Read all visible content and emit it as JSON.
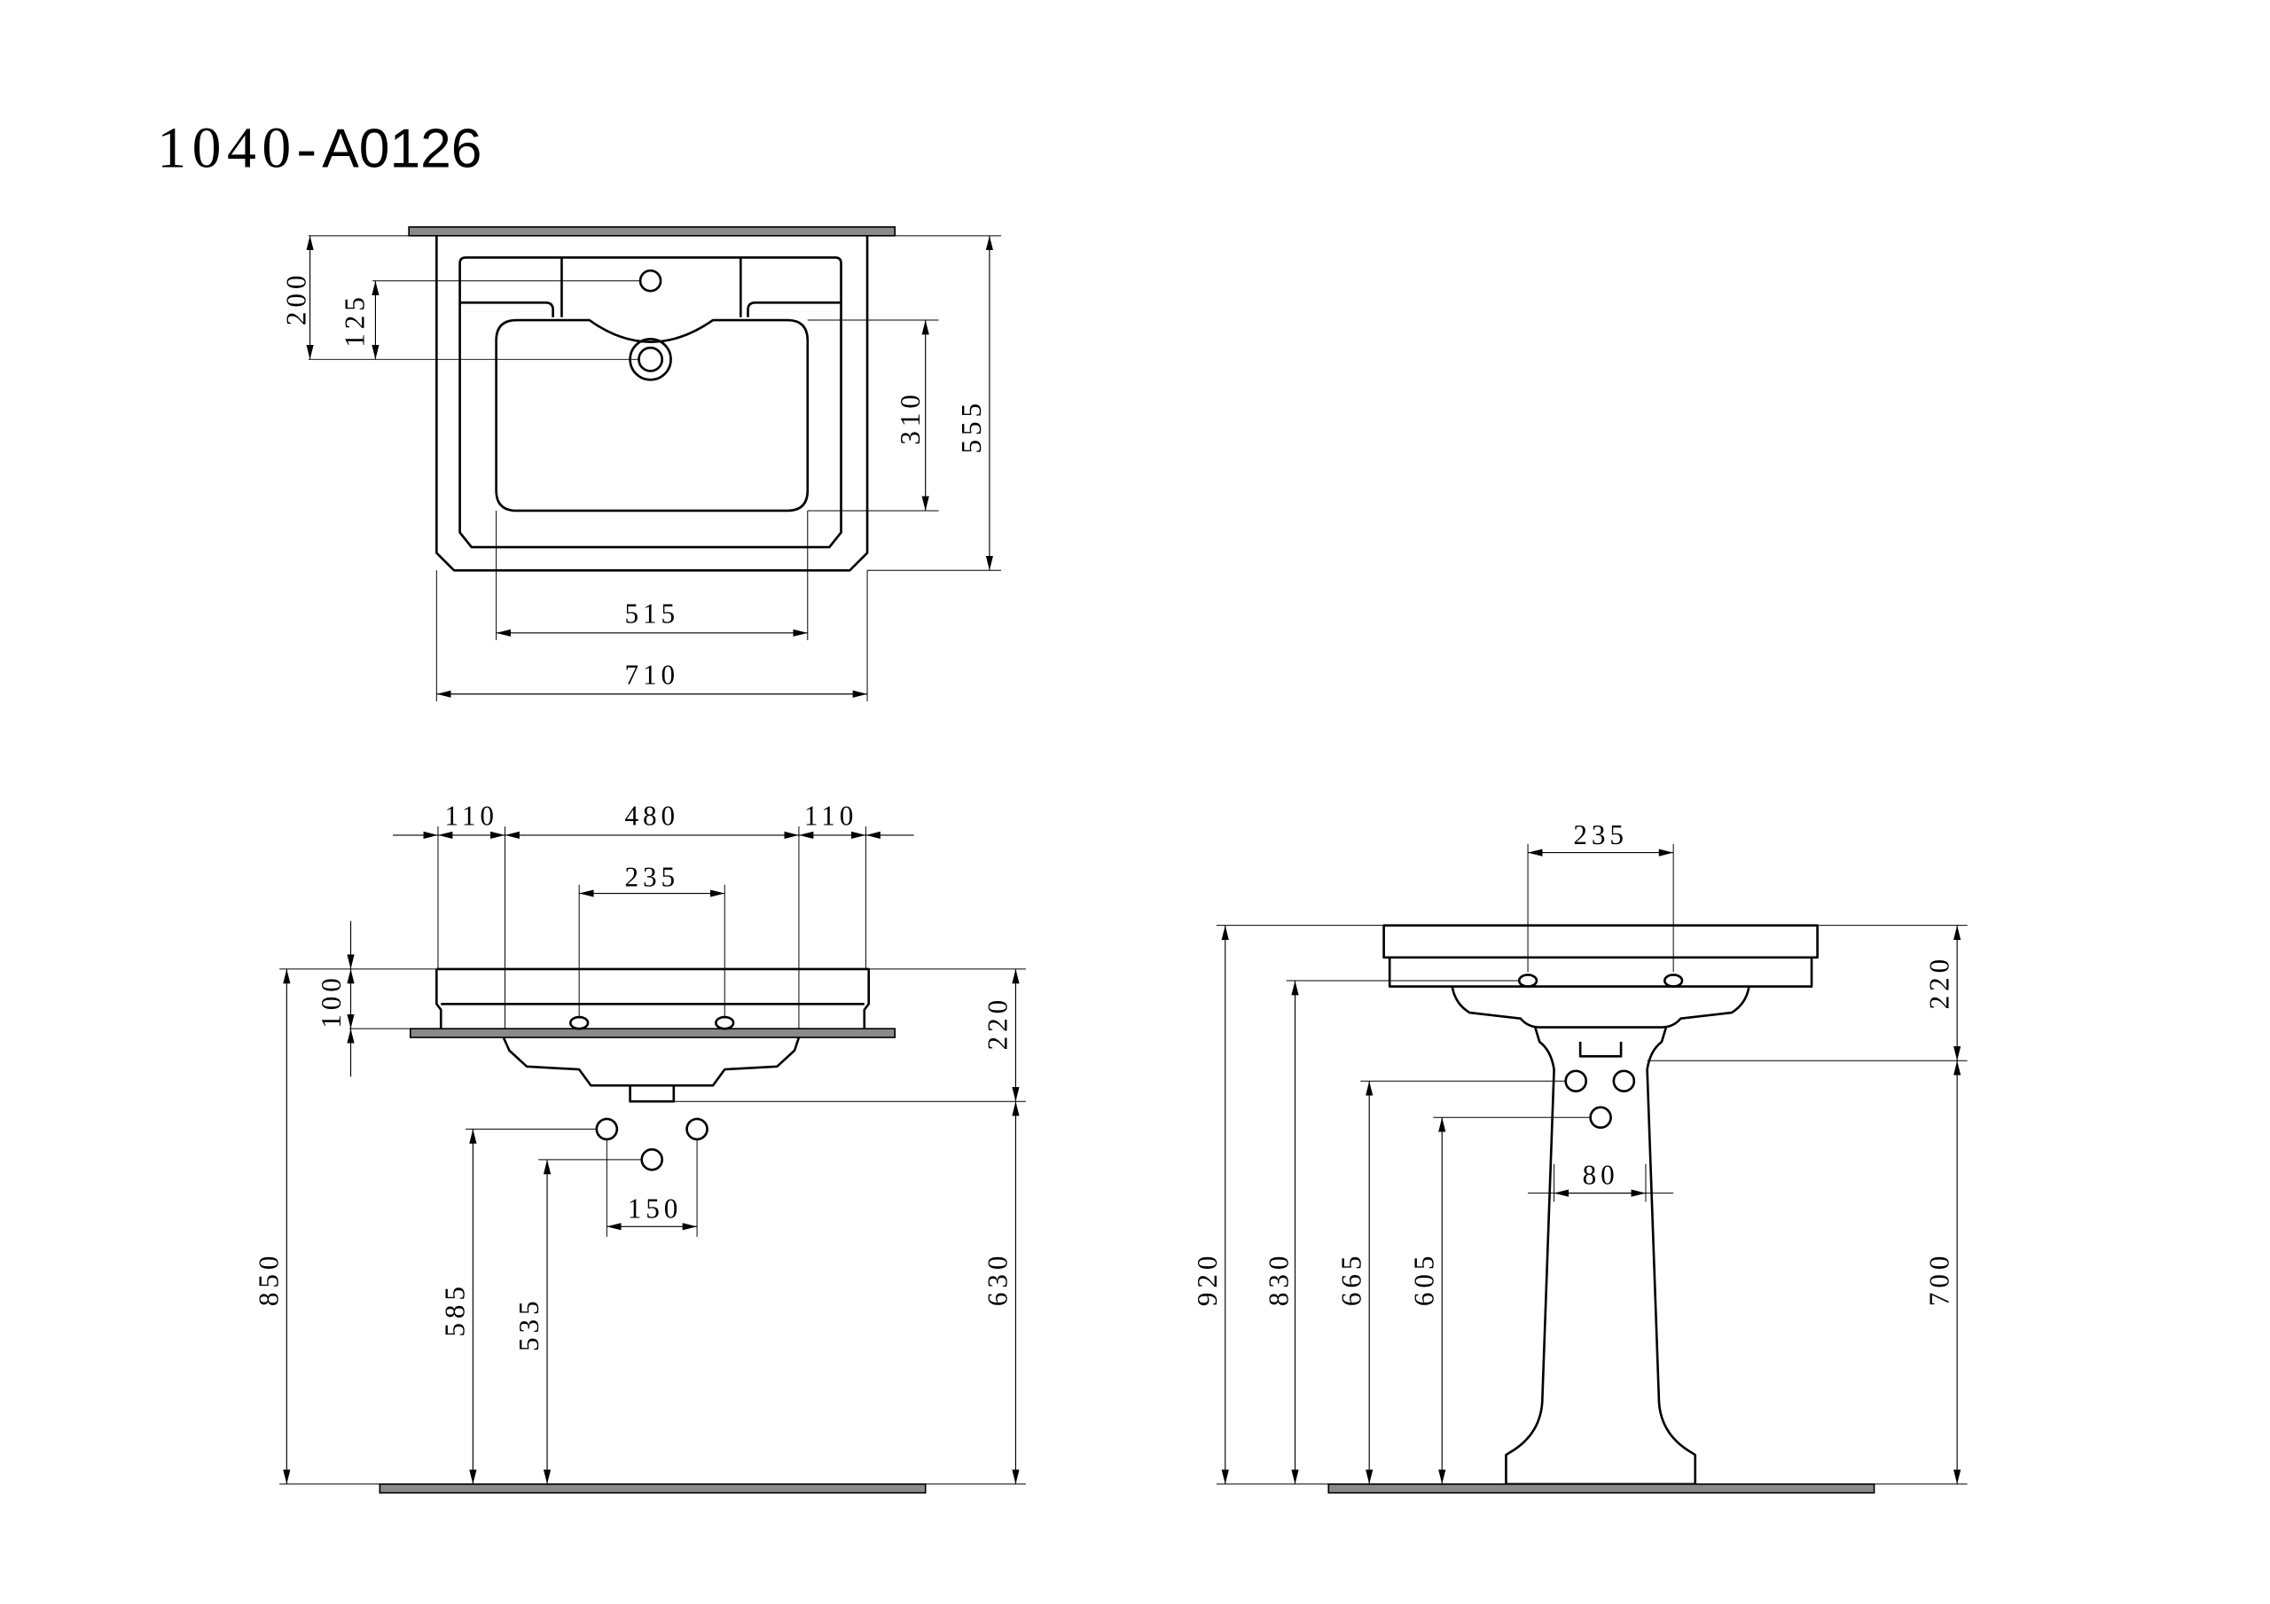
{
  "title": {
    "prefix": "1040-",
    "code": "A0126"
  },
  "top_view": {
    "d200": "200",
    "d125": "125",
    "d310": "310",
    "d555": "555",
    "d515": "515",
    "d710": "710"
  },
  "front_view": {
    "d110_left": "110",
    "d480": "480",
    "d110_right": "110",
    "d235": "235",
    "d100": "100",
    "d220": "220",
    "d850": "850",
    "d585": "585",
    "d535": "535",
    "d630": "630",
    "d150": "150"
  },
  "side_view": {
    "d235": "235",
    "d920": "920",
    "d830": "830",
    "d665": "665",
    "d605": "605",
    "d220": "220",
    "d700": "700",
    "d80": "80"
  }
}
